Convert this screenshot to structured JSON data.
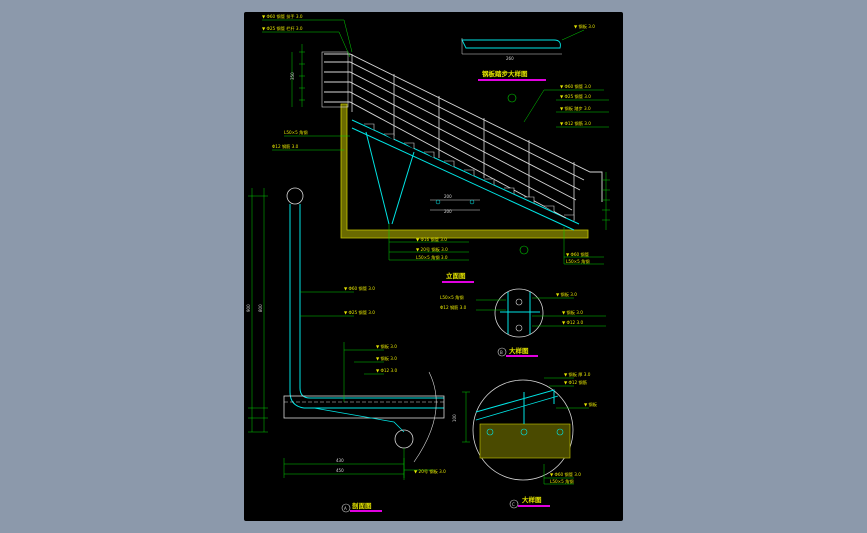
{
  "titles": {
    "detail_tread": "钢板踏步大样图",
    "elevation": "立面图",
    "section_a": "剖面图",
    "detail_b": "大样图",
    "detail_c": "大样图"
  },
  "markers": {
    "a": "A",
    "b": "B",
    "c": "C"
  },
  "dims": {
    "tread_width": "260",
    "height_350": "350",
    "d200": "200",
    "d200b": "200",
    "d450": "450",
    "d430": "430",
    "d100": "100",
    "d800": "800",
    "d900": "900"
  },
  "colors": {
    "sheet": "#000000",
    "background": "#8c99ab",
    "line_white": "#d8d8d8",
    "line_cyan": "#00e5e5",
    "hatch_yellow": "#c8c800",
    "leader_green": "#00d000",
    "title_bar_magenta": "#e000e0"
  }
}
